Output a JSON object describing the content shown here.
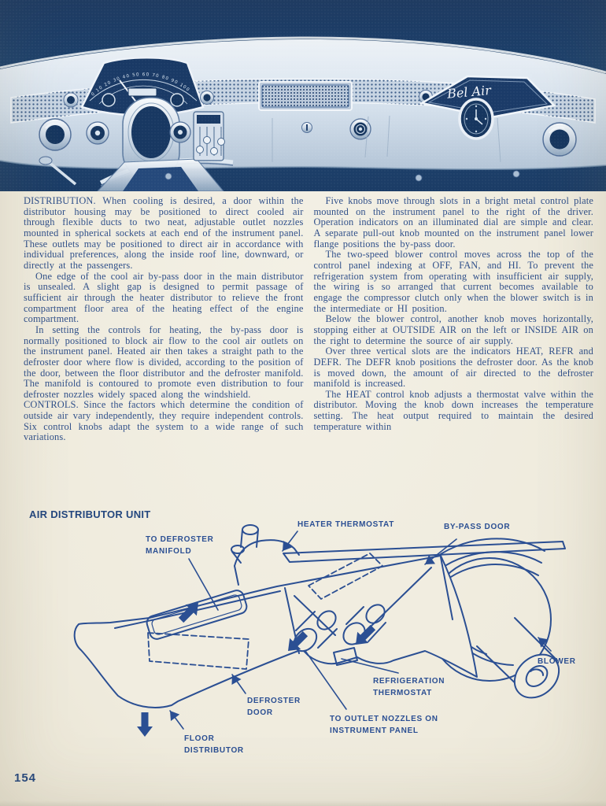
{
  "page": {
    "number": "154"
  },
  "hero": {
    "description": "Halftone photograph of 1955 Chevrolet Bel Air instrument panel",
    "brand_script": "Bel Air",
    "speedometer_numbers": "0 10 20 30 40 50 60 70 80 90 100"
  },
  "article": {
    "left": {
      "p1": "DISTRIBUTION.  When cooling is desired, a door within the distributor housing may be positioned to direct cooled air through flexible ducts to two neat, adjustable outlet nozzles mounted in spherical sockets at each end of the instrument panel.  These outlets may be positioned to direct air in accordance with individual preferences, along the inside roof line, downward, or directly at the passengers.",
      "p2": "One edge of the cool air by-pass door in the main distributor is unsealed.  A slight gap is designed to permit passage of sufficient air through the heater distributor to relieve the front compartment floor area of the heating effect of the engine compartment.",
      "p3": "In setting the controls for heating, the by-pass door is normally positioned to block air flow to the cool air outlets on the instrument panel.  Heated air then takes a straight path to the defroster door where flow is divided, according to the position of the door, between the floor distributor and the defroster manifold.  The manifold is contoured to promote even distribution to four defroster nozzles widely spaced along the windshield.",
      "p4": "CONTROLS.  Since the factors which determine the condition of outside air vary independently, they require independent controls.  Six control knobs adapt the system to a wide range of such variations."
    },
    "right": {
      "p1": "Five knobs move through slots in a bright metal control plate mounted on the instrument panel to the right of the driver.  Operation indicators on an illuminated dial are simple and clear.  A separate pull-out knob mounted on the instrument panel lower flange positions the by-pass door.",
      "p2": "The two-speed blower control moves across the top of the control panel indexing at OFF, FAN, and HI.  To prevent the refrigeration system from operating with insufficient air supply, the wiring is so arranged that current becomes available to engage the compressor clutch only when the blower switch is in the intermediate or HI position.",
      "p3": "Below the blower control, another knob moves horizontally, stopping either at OUTSIDE AIR on the left or INSIDE AIR on the right to determine the source of air supply.",
      "p4": "Over three vertical slots are the indicators HEAT, REFR and DEFR.  The DEFR knob positions the defroster door.  As the knob is moved down, the amount of air directed to the defroster manifold is increased.",
      "p5": "The HEAT control knob adjusts a thermostat valve within the distributor.  Moving the knob down increases the temperature setting.  The heat output required to maintain the desired temperature within"
    }
  },
  "diagram": {
    "title": "AIR DISTRIBUTOR UNIT",
    "labels": {
      "defroster_manifold": {
        "line1": "TO DEFROSTER",
        "line2": "MANIFOLD"
      },
      "heater_thermostat": {
        "line1": "HEATER THERMOSTAT"
      },
      "bypass_door": {
        "line1": "BY-PASS DOOR"
      },
      "blower": {
        "line1": "BLOWER"
      },
      "refrigeration_thermostat": {
        "line1": "REFRIGERATION",
        "line2": "THERMOSTAT"
      },
      "outlet_nozzles": {
        "line1": "TO OUTLET NOZZLES ON",
        "line2": "INSTRUMENT PANEL"
      },
      "defroster_door": {
        "line1": "DEFROSTER",
        "line2": "DOOR"
      },
      "floor_distributor": {
        "line1": "FLOOR",
        "line2": "DISTRIBUTOR"
      }
    }
  },
  "colors": {
    "ink": "#2e4e85",
    "paper": "#f0ecdf",
    "photo_navy": "#1d3f6e",
    "diagram_ink": "#2b4f93"
  }
}
